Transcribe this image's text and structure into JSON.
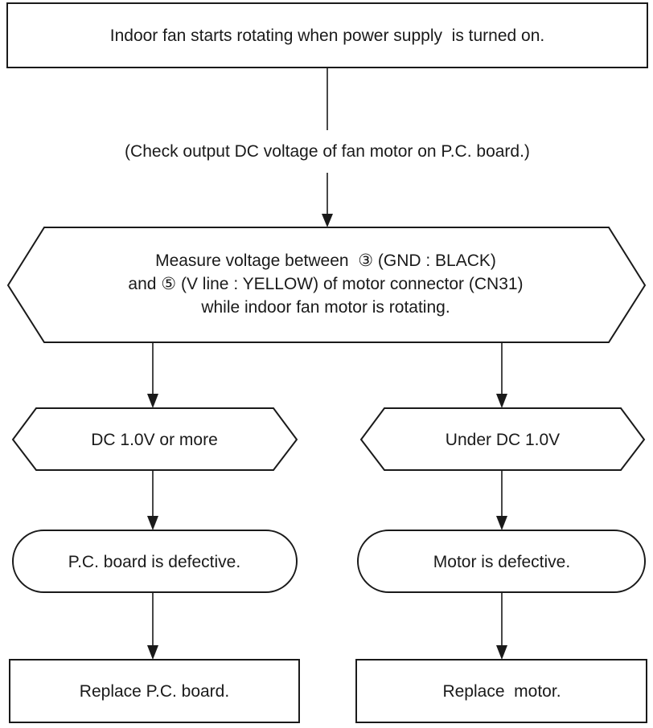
{
  "flowchart": {
    "start": {
      "text": "Indoor fan starts rotating when power supply  is turned on."
    },
    "check_note": {
      "text": "(Check output DC voltage of fan motor on P.C. board.)"
    },
    "measure": {
      "line1": "Measure voltage between  ③ (GND : BLACK)",
      "line2": "and ⑤ (V line : YELLOW) of motor connector (CN31)",
      "line3": "while indoor fan motor is rotating."
    },
    "left_branch": {
      "condition": "DC 1.0V or more",
      "result": "P.C. board is defective.",
      "action": "Replace P.C. board."
    },
    "right_branch": {
      "condition": "Under DC 1.0V",
      "result": "Motor is defective.",
      "action": "Replace  motor."
    }
  }
}
